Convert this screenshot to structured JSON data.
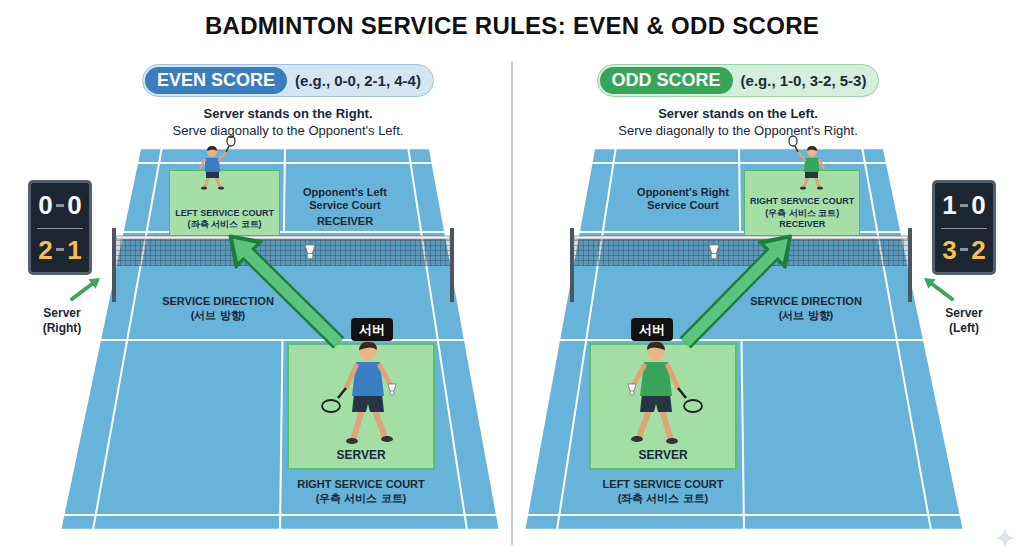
{
  "diagram": {
    "title": "BADMINTON SERVICE RULES: EVEN & ODD SCORE",
    "nodes": [
      {
        "text": [
          "EVEN SCORE",
          "(e.g., 0-0, 2-1, 4-4)"
        ]
      },
      {
        "text": [
          "0",
          "0",
          "2",
          "1"
        ]
      },
      {
        "text": [
          "LEFT SERVICE COURT",
          "(좌측 서비스 코트)"
        ]
      },
      {
        "text": [
          "서버"
        ]
      },
      {
        "text": [
          "SERVER"
        ]
      },
      {
        "text": [
          "ODD SCORE",
          "(e.g., 1-0, 3-2, 5-3)"
        ]
      },
      {
        "text": [
          "RIGHT SERVICE COURT",
          "(우측 서비스 코트)",
          "RECEIVER"
        ]
      },
      {
        "text": [
          "서버"
        ]
      },
      {
        "text": [
          "SERVER"
        ]
      },
      {
        "text": [
          "1",
          "0",
          "3",
          "2"
        ]
      }
    ],
    "edges": [
      {
        "from": 4,
        "to": 2,
        "arrow": "to"
      },
      {
        "from": 8,
        "to": 6,
        "arrow": "to"
      }
    ],
    "labels": [
      "Server stands on the Right.",
      "Serve diagonally to the Opponent's Left.",
      "Opponent's Left Service Court",
      "RECEIVER",
      "SERVICE DIRECTION",
      "(서브 방향)",
      "RIGHT SERVICE COURT",
      "(우측 서비스 코트)",
      "Server",
      "(Right)",
      "Server stands on the Left.",
      "Serve diagonally to the Opponent's Right.",
      "Opponent's Right Service Court",
      "SERVICE DIRECTION",
      "(서브 방향)",
      "LEFT SERVICE COURT",
      "(좌측 서비스 코트)",
      "Server",
      "(Left)"
    ]
  }
}
